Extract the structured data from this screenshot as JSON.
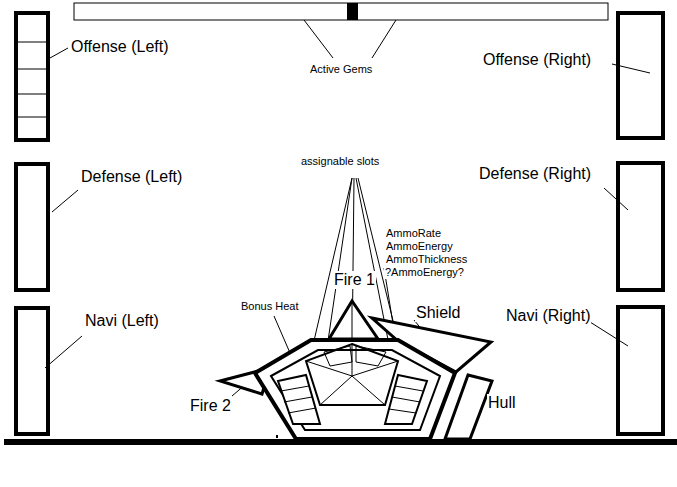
{
  "diagram": {
    "labels": [
      "Active Gems",
      "Offense (Left)",
      "Offense (Right)",
      "Defense (Left)",
      "Defense (Right)",
      "Navi (Left)",
      "Navi (Right)",
      "assignable slots",
      "AmmoRate",
      "AmmoEnergy",
      "AmmoThickness",
      "?AmmoEnergy?",
      "Fire 1",
      "Bonus Heat",
      "Shield",
      "Fire 2",
      "Hull"
    ]
  }
}
